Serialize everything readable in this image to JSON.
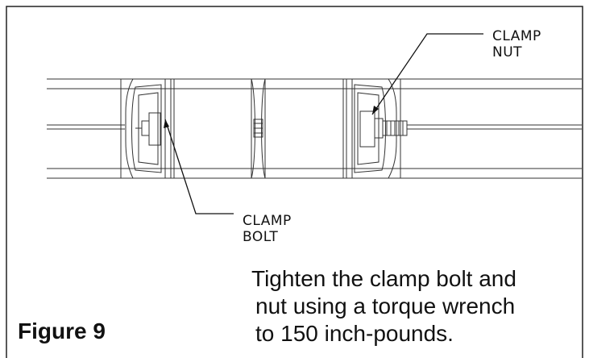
{
  "figure": {
    "label": "Figure 9",
    "instruction_lines": [
      "Tighten the clamp bolt and",
      "nut using a torque wrench",
      "to 150 inch-pounds."
    ]
  },
  "callouts": {
    "clamp_nut": [
      "CLAMP",
      "NUT"
    ],
    "clamp_bolt": [
      "CLAMP",
      "BOLT"
    ]
  }
}
